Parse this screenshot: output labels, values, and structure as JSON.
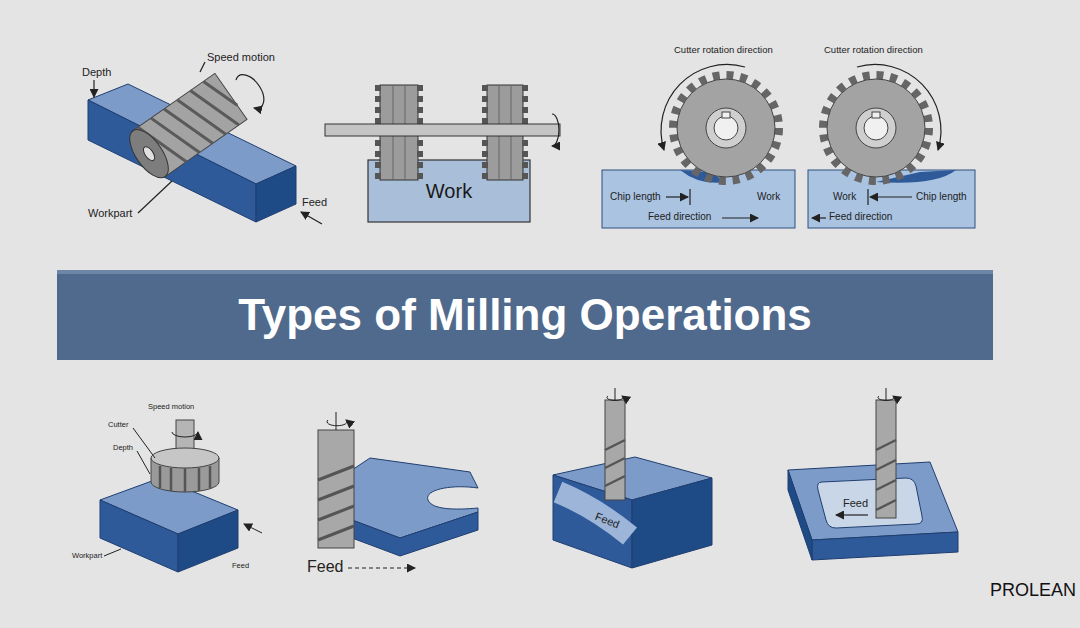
{
  "diagram": {
    "title": "Types of Milling Operations",
    "nodes": [
      {
        "text": [
          "Work"
        ]
      }
    ],
    "labels": [
      "Depth",
      "Speed motion",
      "Workpart",
      "Feed",
      "Cutter rotation direction",
      "Cutter rotation direction",
      "Chip length",
      "Work",
      "Feed direction",
      "Work",
      "Chip length",
      "Feed direction",
      "Cutter",
      "Speed motion",
      "Depth",
      "Workpart",
      "Feed",
      "Feed",
      "Feed",
      "Feed",
      "PROLEAN"
    ]
  }
}
